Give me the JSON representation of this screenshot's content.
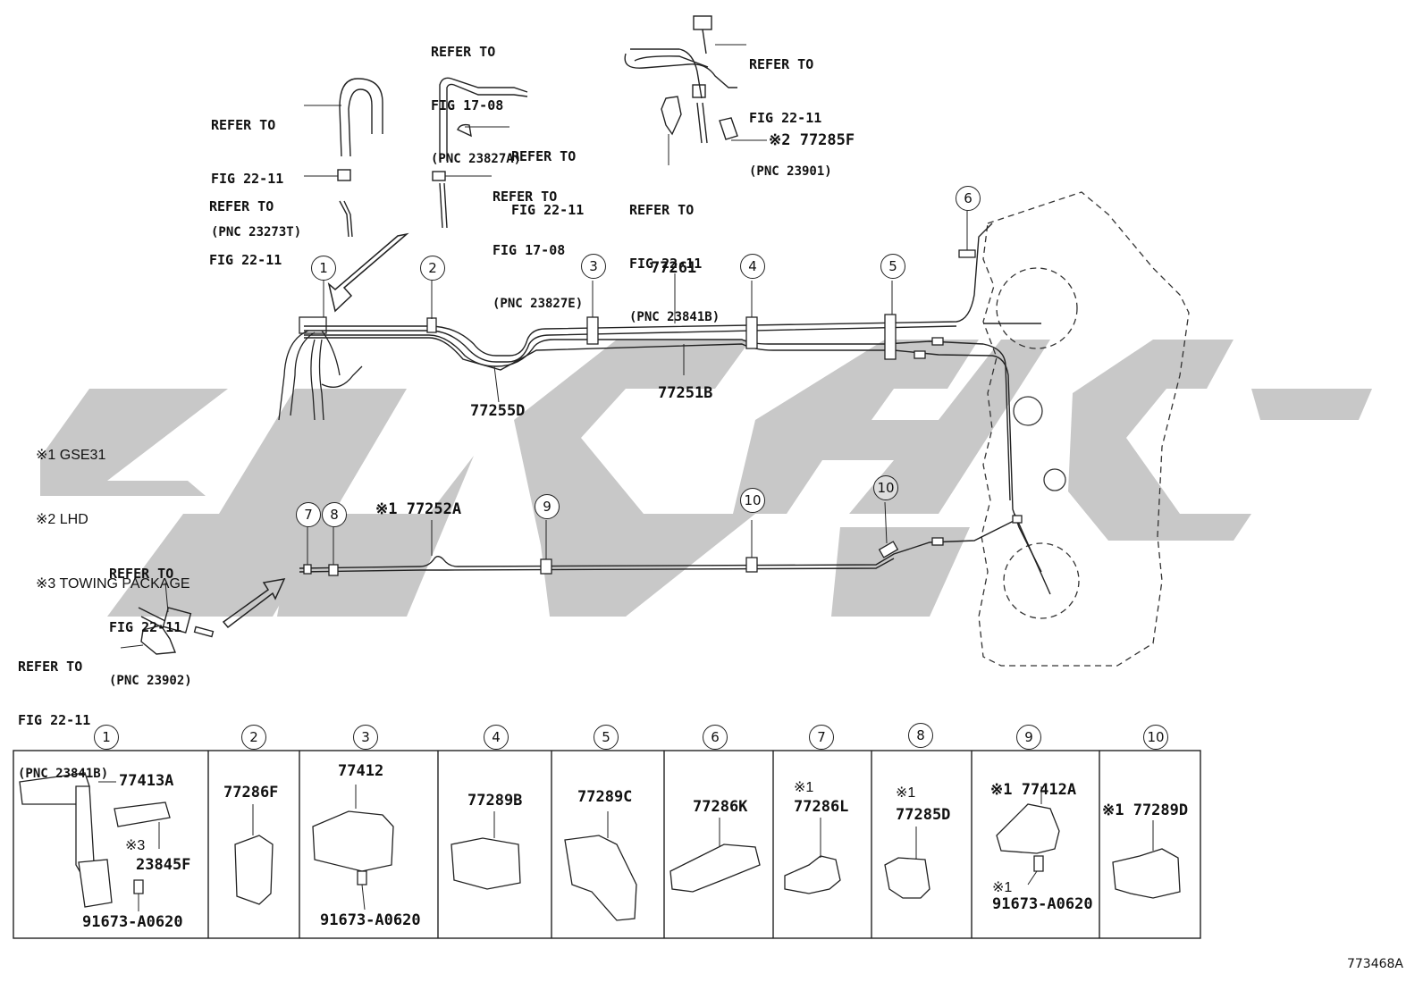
{
  "watermark": {
    "color": "#c8c8c8"
  },
  "refs": {
    "r1": {
      "line1": "REFER TO",
      "line2": "FIG 17-08",
      "line3": "(PNC 23827A)"
    },
    "r2": {
      "line1": "REFER TO",
      "line2": "FIG 22-11",
      "line3": "(PNC 23901)"
    },
    "r3": {
      "line1": "REFER TO",
      "line2": "FIG 22-11",
      "line3": "(PNC 23273T)"
    },
    "r4": {
      "line1": "REFER TO",
      "line2": "FIG 22-11"
    },
    "r5": {
      "line1": "REFER TO",
      "line2": "FIG 22-11"
    },
    "r6": {
      "line1": "REFER TO",
      "line2": "FIG 17-08",
      "line3": "(PNC 23827E)"
    },
    "r7": {
      "line1": "REFER TO",
      "line2": "FIG 22-11",
      "line3": "(PNC 23841B)"
    },
    "r8": {
      "line1": "REFER TO",
      "line2": "FIG 22-11",
      "line3": "(PNC 23902)"
    },
    "r9": {
      "line1": "REFER TO",
      "line2": "FIG 22-11",
      "line3": "(PNC 23841B)"
    }
  },
  "parts_main": {
    "p77285F": "※2 77285F",
    "p77261": "77261",
    "p77255D": "77255D",
    "p77251B": "77251B",
    "p77252A": "※1 77252A"
  },
  "notes": [
    "※1 GSE31",
    "※2 LHD",
    "※3 TOWING PACKAGE"
  ],
  "callouts": [
    "1",
    "2",
    "3",
    "4",
    "5",
    "6",
    "7",
    "8",
    "9",
    "10"
  ],
  "table": {
    "headers": [
      "1",
      "2",
      "3",
      "4",
      "5",
      "6",
      "7",
      "8",
      "9",
      "10"
    ],
    "c1": {
      "a": "77413A",
      "b": "※3",
      "c": "23845F",
      "d": "91673-A0620"
    },
    "c2": {
      "a": "77286F"
    },
    "c3": {
      "a": "77412",
      "b": "91673-A0620"
    },
    "c4": {
      "a": "77289B"
    },
    "c5": {
      "a": "77289C"
    },
    "c6": {
      "a": "77286K"
    },
    "c7": {
      "a": "※1",
      "b": "77286L"
    },
    "c8": {
      "a": "※1",
      "b": "77285D"
    },
    "c9": {
      "a": "※1 77412A",
      "b": "※1",
      "c": "91673-A0620"
    },
    "c10": {
      "a": "※1 77289D"
    }
  },
  "figure_code": "773468A"
}
